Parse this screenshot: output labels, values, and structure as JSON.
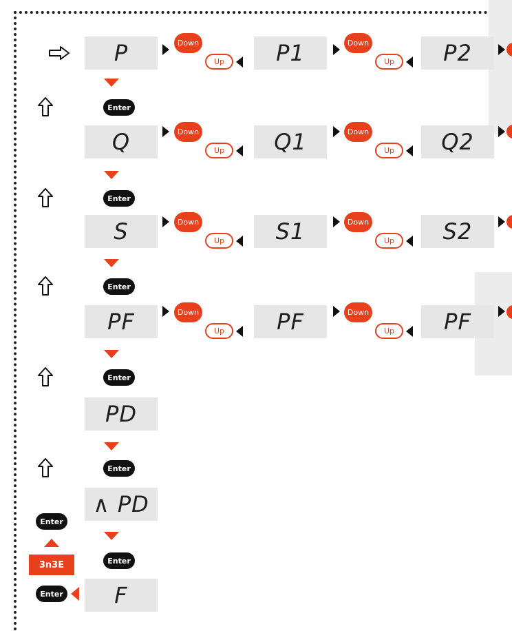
{
  "colors": {
    "accent": "#e8401c",
    "lcd": "#e6e6e6",
    "enter": "#111111"
  },
  "buttons": {
    "down": "Down",
    "up": "Up",
    "enter": "Enter"
  },
  "rows": [
    {
      "displays": [
        "P",
        "P1",
        "P2"
      ]
    },
    {
      "displays": [
        "Q",
        "Q1",
        "Q2"
      ]
    },
    {
      "displays": [
        "S",
        "S1",
        "S2"
      ]
    },
    {
      "displays": [
        "PF",
        "PF",
        "PF"
      ]
    }
  ],
  "column_displays": [
    "PD",
    "∧ PD",
    "F"
  ],
  "side_label": "3n3E",
  "icons": {
    "start": "right-arrow-icon",
    "back": "up-arrow-icon"
  }
}
